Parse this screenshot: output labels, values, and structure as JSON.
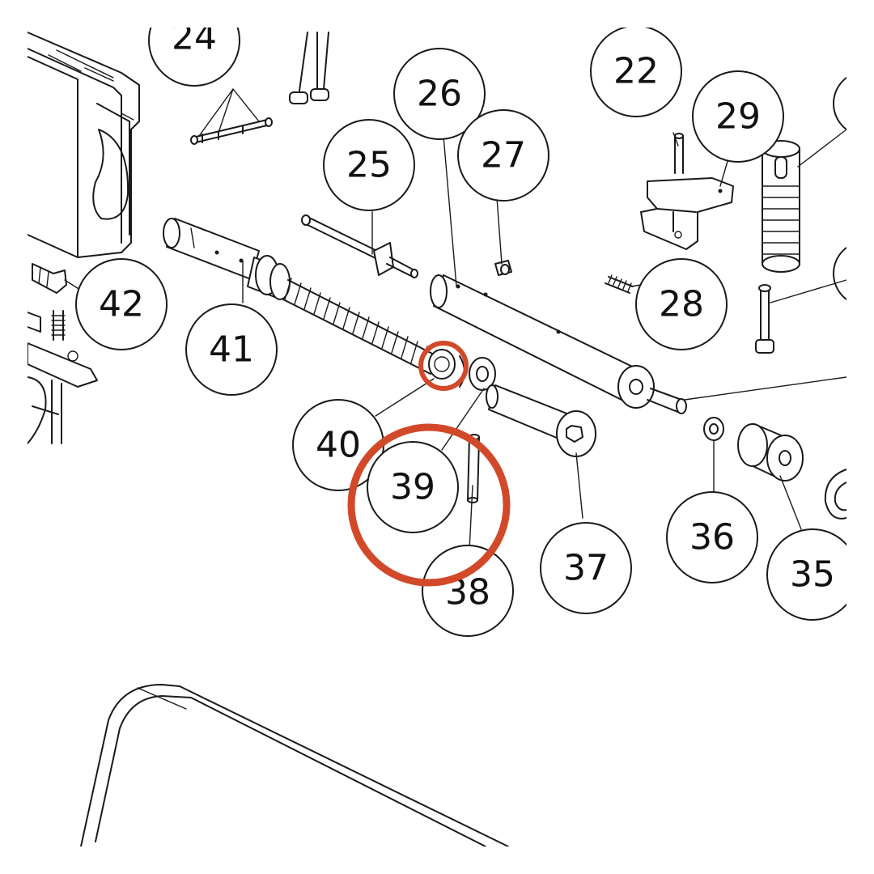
{
  "diagram": {
    "callouts": [
      {
        "id": "24",
        "label": "24"
      },
      {
        "id": "22",
        "label": "22"
      },
      {
        "id": "26",
        "label": "26"
      },
      {
        "id": "29",
        "label": "29"
      },
      {
        "id": "25",
        "label": "25"
      },
      {
        "id": "27",
        "label": "27"
      },
      {
        "id": "42",
        "label": "42"
      },
      {
        "id": "28",
        "label": "28"
      },
      {
        "id": "41",
        "label": "41"
      },
      {
        "id": "40",
        "label": "40"
      },
      {
        "id": "39",
        "label": "39"
      },
      {
        "id": "38",
        "label": "38"
      },
      {
        "id": "37",
        "label": "37"
      },
      {
        "id": "36",
        "label": "36"
      },
      {
        "id": "35",
        "label": "35"
      }
    ],
    "highlight": {
      "color": "#d2492a",
      "target": "39"
    }
  }
}
